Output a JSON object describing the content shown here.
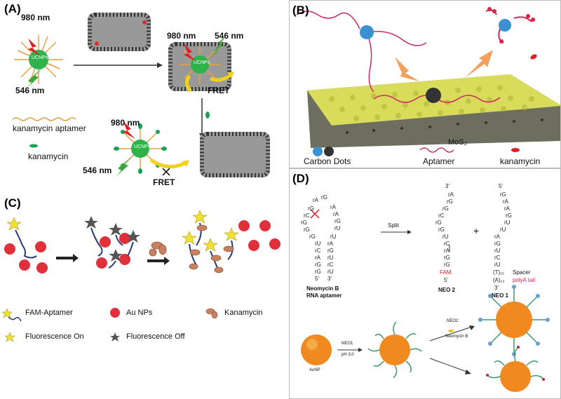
{
  "panel_a": {
    "label": "(A)",
    "wavelength_980": "980 nm",
    "wavelength_546": "546 nm",
    "ucnps": "UCNPs",
    "fret": "FRET",
    "legend_aptamer": "kanamycin aptamer",
    "legend_kanamycin": "kanamycin"
  },
  "panel_b": {
    "label": "(B)",
    "mos2": "MoS₂",
    "legend_carbon_dots": "Carbon Dots",
    "legend_aptamer": "Aptamer",
    "legend_kanamycin": "kanamycin"
  },
  "panel_c": {
    "label": "(C)",
    "legend_fam_aptamer": "FAM-Aptamer",
    "legend_au_nps": "Au NPs",
    "legend_kanamycin": "Kanamycin",
    "legend_fluor_on": "Fluorescence On",
    "legend_fluor_off": "Fluorescence Off"
  },
  "panel_d": {
    "label": "(D)",
    "aptamer_name_1": "Neomycin B",
    "aptamer_name_2": "RNA aptamer",
    "split": "Split",
    "neo2": "NEO 2",
    "neo1": "NEO 1",
    "plus": "+",
    "fam": "FAM",
    "spacer": "Spacer",
    "polya": "polyA tail",
    "t15": "(T)₁₅",
    "a12": "(A)₁₂",
    "three_prime": "3'",
    "five_prime": "5'",
    "aunp": "AuNP",
    "neo1_arrow": "NEO1",
    "ph": "pH 3.0",
    "neo2_arrow": "NEO2",
    "neomycin_b": "Neomycin B"
  },
  "colors": {
    "ucnp_green": "#2db34a",
    "aptamer_orange": "#e8a040",
    "kanamycin_green": "#1aa05a",
    "red_arrow": "#e02020",
    "green_arrow": "#3aa83a",
    "yellow_arrow": "#f0d020",
    "au_red": "#e0303a",
    "mos2_yellow": "#d8dc5a",
    "aptamer_pink": "#c82a5a",
    "fam_red": "#d02020"
  }
}
